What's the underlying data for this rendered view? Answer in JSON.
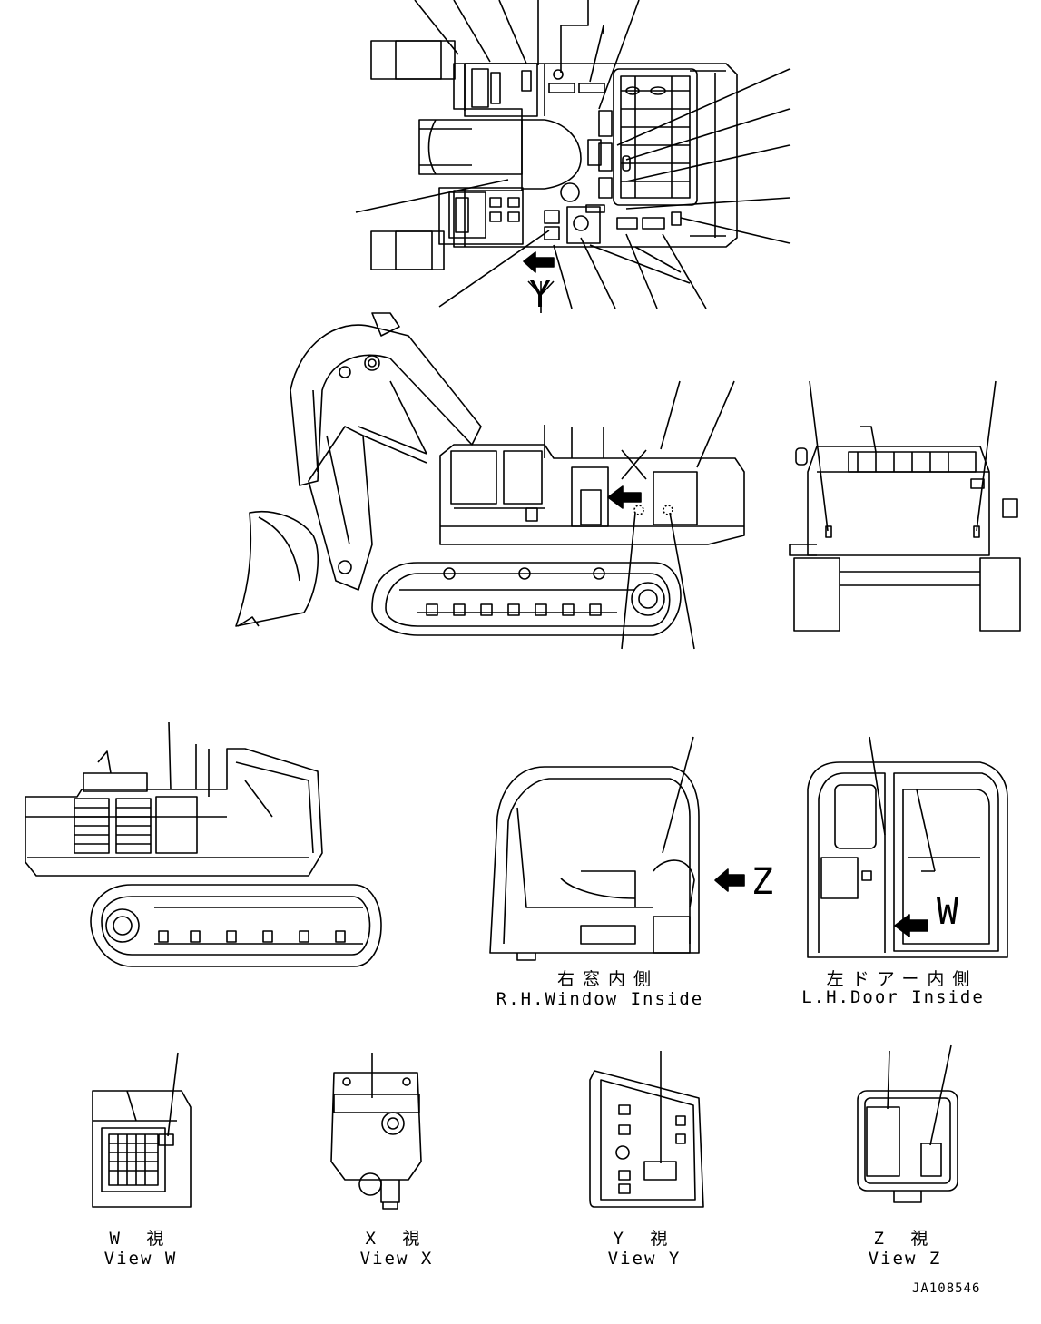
{
  "view_markers": {
    "y_top": "Y",
    "x_side": "X",
    "z_cab": "Z",
    "w_door": "W"
  },
  "captions": {
    "rh_window_jp": "右窓内側",
    "rh_window_en": "R.H.Window Inside",
    "lh_door_jp": "左ドアー内側",
    "lh_door_en": "L.H.Door Inside",
    "view_w_jp": "W 視",
    "view_w_en": "View W",
    "view_x_jp": "X 視",
    "view_x_en": "View X",
    "view_y_jp": "Y 視",
    "view_y_en": "View Y",
    "view_z_jp": "Z 視",
    "view_z_en": "View Z"
  },
  "drawing_code": "JA108546",
  "colors": {
    "line": "#000000",
    "background": "#ffffff"
  }
}
